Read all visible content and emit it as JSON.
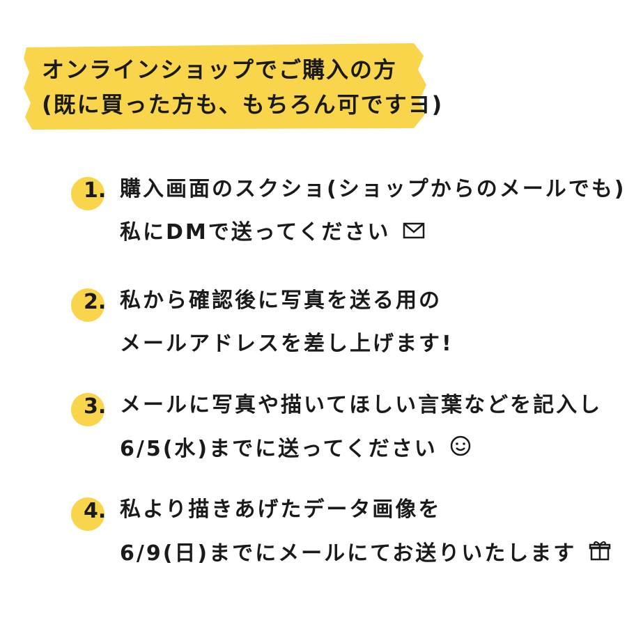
{
  "banner": {
    "line1": "オンラインショップでご購入の方",
    "line2": "(既に買った方も、もちろん可ですヨ)",
    "color": "#f8d54a"
  },
  "steps": [
    {
      "number": "1.",
      "lines": [
        "購入画面のスクショ(ショップからのメールでも)を",
        "私にDMで送ってください"
      ],
      "icon": "envelope-icon"
    },
    {
      "number": "2.",
      "lines": [
        "私から確認後に写真を送る用の",
        "メールアドレスを差し上げます!"
      ],
      "icon": ""
    },
    {
      "number": "3.",
      "lines": [
        "メールに写真や描いてほしい言葉などを記入し",
        "6/5(水)までに送ってください"
      ],
      "icon": "smiley-icon"
    },
    {
      "number": "4.",
      "lines": [
        "私より描きあげたデータ画像を",
        "6/9(日)までにメールにてお送りいたします"
      ],
      "icon": "gift-icon"
    }
  ],
  "accent_color": "#f8d54a"
}
